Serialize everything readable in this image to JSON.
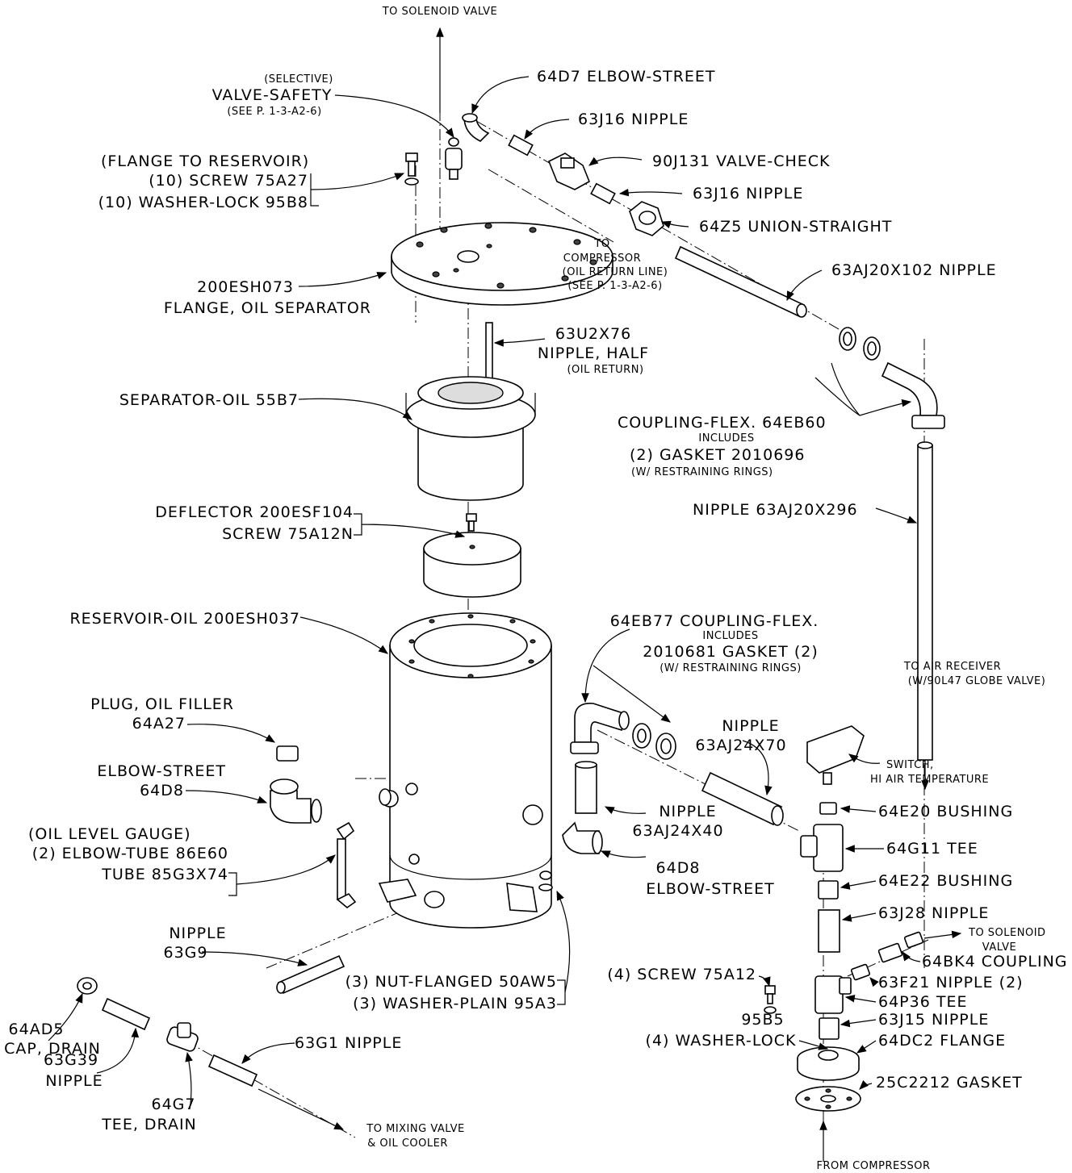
{
  "labels": {
    "to_solenoid_top": "TO SOLENOID VALVE",
    "selective": "(SELECTIVE)",
    "valve_safety": "VALVE-SAFETY",
    "see_p1": "(SEE P. 1-3-A2-6)",
    "elbow_street_top": "64D7    ELBOW-STREET",
    "nipple_63j16_a": "63J16    NIPPLE",
    "valve_check": "90J131  VALVE-CHECK",
    "nipple_63j16_b": "63J16    NIPPLE",
    "union_straight": "64Z5  UNION-STRAIGHT",
    "flange_to_reservoir": "(FLANGE TO RESERVOIR)",
    "screw_75a27": "(10)  SCREW  75A27",
    "washer_lock_95b8": "(10)  WASHER-LOCK  95B8",
    "to_compressor_1": "TO",
    "to_compressor_2": "COMPRESSOR",
    "to_compressor_3": "(OIL RETURN LINE)",
    "to_compressor_4": "(SEE P. 1-3-A2-6)",
    "nipple_63aj20x102": "63AJ20X102  NIPPLE",
    "flange_num": "200ESH073",
    "flange_name": "FLANGE, OIL SEPARATOR",
    "nipple_half_num": "63U2X76",
    "nipple_half_name": "NIPPLE, HALF",
    "nipple_half_note": "(OIL RETURN)",
    "separator_oil": "SEPARATOR-OIL  55B7",
    "coupling_flex_top": "COUPLING-FLEX.  64EB60",
    "includes_1": "INCLUDES",
    "gasket_2010696": "(2)  GASKET  2010696",
    "restraining_1": "(W/ RESTRAINING RINGS)",
    "deflector": "DEFLECTOR  200ESF104",
    "screw_75a12n": "SCREW  75A12N",
    "nipple_63aj20x296": "NIPPLE  63AJ20X296",
    "reservoir_oil": "RESERVOIR-OIL  200ESH037",
    "coupling_flex_mid": "64EB77  COUPLING-FLEX.",
    "includes_2": "INCLUDES",
    "gasket_2010681": "2010681  GASKET (2)",
    "restraining_2": "(W/ RESTRAINING RINGS)",
    "to_air_receiver_1": "TO AIR RECEIVER",
    "to_air_receiver_2": "(W/90L47 GLOBE VALVE)",
    "plug_oil_filler_1": "PLUG, OIL FILLER",
    "plug_oil_filler_2": "64A27",
    "elbow_street_left_1": "ELBOW-STREET",
    "elbow_street_left_2": "64D8",
    "nipple_63aj24x70_1": "NIPPLE",
    "nipple_63aj24x70_2": "63AJ24X70",
    "switch_1": "SWITCH,",
    "switch_2": "HI AIR TEMPERATURE",
    "nipple_63aj24x40_1": "NIPPLE",
    "nipple_63aj24x40_2": "63AJ24X40",
    "bushing_64e20": "64E20  BUSHING",
    "oil_level_gauge": "(OIL LEVEL GAUGE)",
    "elbow_tube": "(2)  ELBOW-TUBE  86E60",
    "tube_85g3x74": "TUBE  85G3X74",
    "tee_64g11": "64G11  TEE",
    "elbow_street_right_1": "64D8",
    "elbow_street_right_2": "ELBOW-STREET",
    "bushing_64e22": "64E22  BUSHING",
    "nipple_63g9_1": "NIPPLE",
    "nipple_63g9_2": "63G9",
    "nipple_63j28": "63J28  NIPPLE",
    "to_solenoid_right_1": "TO SOLENOID",
    "to_solenoid_right_2": "VALVE",
    "nut_flanged": "(3)  NUT-FLANGED  50AW5",
    "washer_plain": "(3)  WASHER-PLAIN  95A3",
    "coupling_64bk4": "64BK4  COUPLING",
    "screw_75a12": "(4)  SCREW  75A12",
    "nipple_63f21": "63F21  NIPPLE (2)",
    "tee_64p36": "64P36  TEE",
    "cap_drain_1": "64AD5",
    "cap_drain_2": "CAP, DRAIN",
    "nipple_63g1": "63G1    NIPPLE",
    "washer_lock_95b5_1": "95B5",
    "washer_lock_95b5_2": "(4)  WASHER-LOCK",
    "nipple_63j15": "63J15  NIPPLE",
    "flange_64dc2": "64DC2  FLANGE",
    "nipple_63g39_1": "63G39",
    "nipple_63g39_2": "NIPPLE",
    "gasket_25c2212": "25C2212  GASKET",
    "tee_drain_1": "64G7",
    "tee_drain_2": "TEE, DRAIN",
    "to_mixing_1": "TO MIXING VALVE",
    "to_mixing_2": "& OIL COOLER",
    "from_compressor": "FROM COMPRESSOR"
  }
}
